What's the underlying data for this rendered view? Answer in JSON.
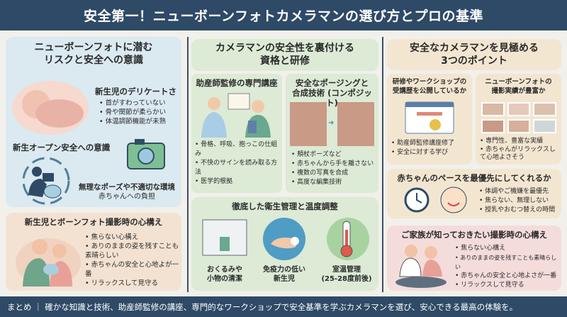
{
  "header": {
    "title": "安全第一！ニューボーンフォトカメラマンの選び方とプロの基準"
  },
  "left": {
    "risk": {
      "title_1": "ニューボーンフォトに潜む",
      "title_2": "リスクと安全への意識",
      "delicate": {
        "title": "新生児のデリケートさ",
        "items": [
          "首がすわっていない",
          "骨や関節が柔らかい",
          "体温調節機能が未熟"
        ]
      },
      "awareness": "新生オープン安全への意識",
      "burden_1": "無理なポーズや不適切な環境",
      "burden_2": "赤ちゃんへの負担"
    },
    "mindset": {
      "title": "新生児とボーンフォト撮影時の心構え",
      "items": [
        "焦らない心構え",
        "ありのままの姿を残すことも素晴らしい",
        "赤ちゃんの安全と心地よが一番",
        "リラックスして見守る"
      ]
    }
  },
  "middle": {
    "title_1": "カメラマンの安全性を裏付ける",
    "title_2": "資格と研修",
    "course": {
      "title": "助産師監修の専門講座",
      "items": [
        "骨格、呼吸、抱っこの仕組み",
        "不快のサインを読み取る方法",
        "医学的根拠"
      ]
    },
    "posing": {
      "title_1": "安全なポージングと",
      "title_2": "合成技術 (コンポジット)",
      "items": [
        "頬杖ポーズなど",
        "赤ちゃんから手を離さない",
        "複数の写真を合成",
        "高度な編集技術"
      ]
    },
    "hygiene": {
      "title": "徹底した衛生管理と温度調整",
      "cards": [
        {
          "l1": "おくるみや",
          "l2": "小物の清潔"
        },
        {
          "l1": "免疫力の低い",
          "l2": "新生児"
        },
        {
          "l1": "室温管理",
          "l2": "(25-28度前後)"
        }
      ]
    }
  },
  "right": {
    "title_1": "安全なカメラマンを見極める",
    "title_2": "3つのポイント",
    "training": {
      "title_1": "研修やワークショップの",
      "title_2": "受講歴を公開しているか",
      "items": [
        "助産師監修講座修了",
        "安全に対する学び"
      ]
    },
    "record": {
      "title_1": "ニューボーンフォトの",
      "title_2": "撮影実績が豊富か",
      "items": [
        "専門性、豊富な実績",
        "赤ちゃんがリラックスして心地よさそう"
      ]
    },
    "pace": {
      "title": "赤ちゃんのペースを最優先にしてくれるか",
      "items": [
        "体調やご機嫌を最優先",
        "焦らない、無理しない",
        "授乳やおむつ替えの時間"
      ]
    },
    "family": {
      "title": "ご家族が知っておきたい撮影時の心構え",
      "items": [
        "焦らない心構え",
        "ありのままの姿を残すことも素晴らしい",
        "赤ちゃんの安全と心地よさが一番",
        "リラックスして見守る"
      ]
    }
  },
  "footer": {
    "text": "まとめ ｜ 確かな知識と技術、助産師監修の講座、専門的なワークショップで安全基準を学ぶカメラマンを選び、安心できる最高の体験を。"
  }
}
